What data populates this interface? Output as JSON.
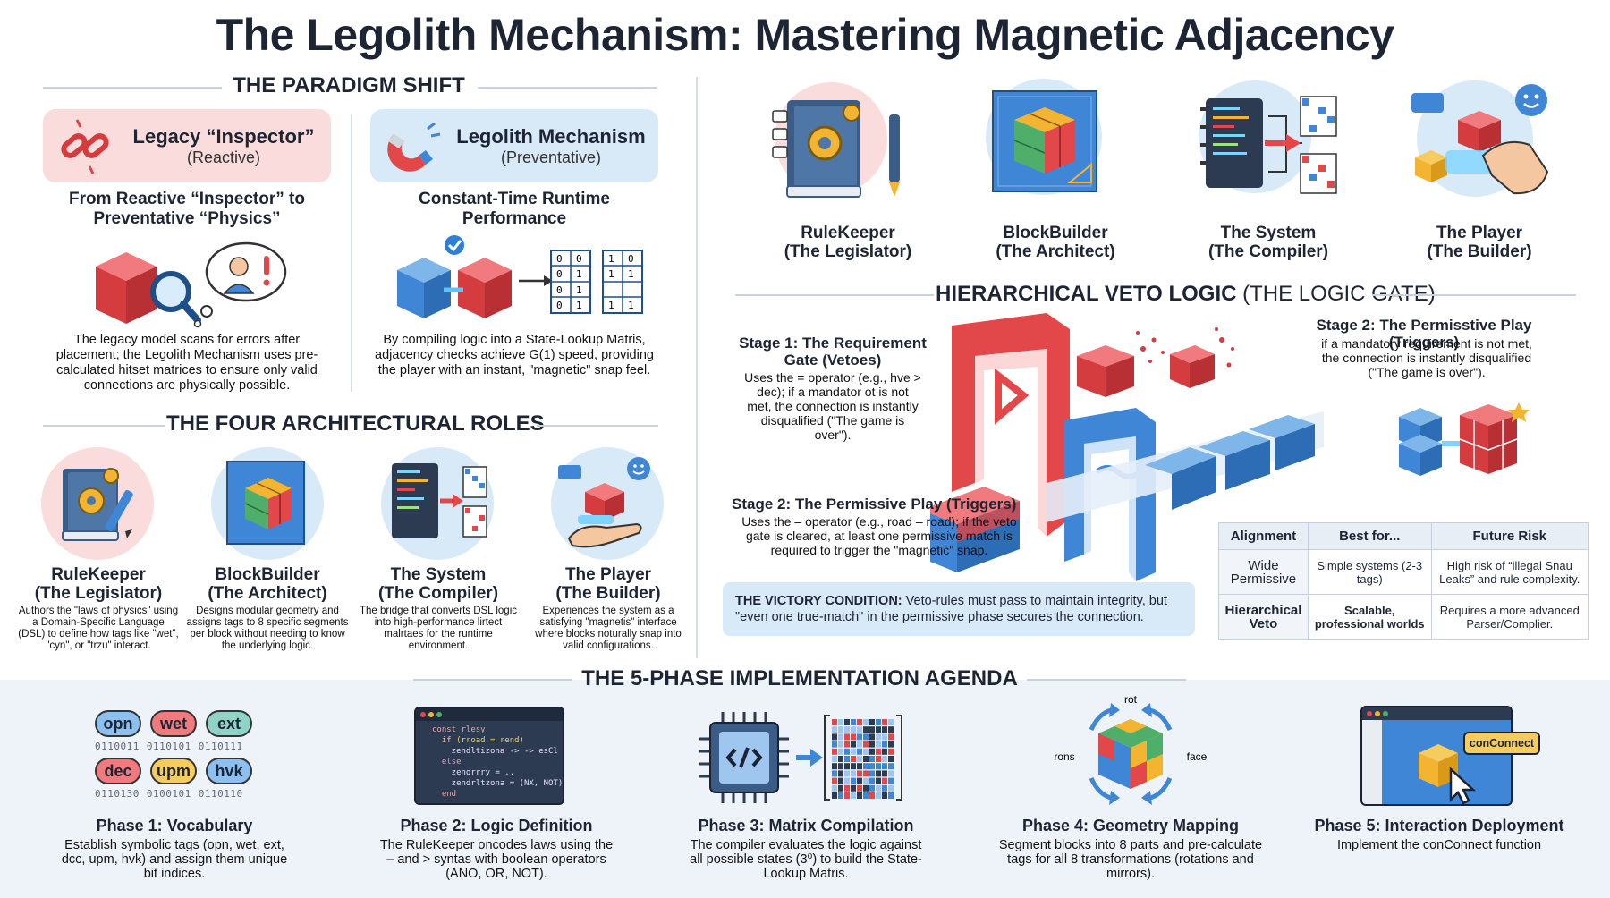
{
  "title": "The Legolith Mechanism: Mastering Magnetic Adjacency",
  "paradigm": {
    "heading": "THE PARADIGM SHIFT",
    "legacy": {
      "title": "Legacy “Inspector”",
      "sub": "(Reactive)",
      "headline": "From Reactive “Inspector” to Preventative “Physics”",
      "body": "The legacy model scans for errors after placement; the Legolith Mechanism uses pre-calculated hitset matrices to ensure only valid connections are physically possible."
    },
    "legolith": {
      "title": "Legolith Mechanism",
      "sub": "(Preventative)",
      "headline": "Constant-Time Runtime Performance",
      "body": "By compiling logic into a State-Lookup Matris, adjacency checks achieve G(1) speed, providing the player with an instant, \"magnetic\" snap feel."
    },
    "matrix_a": [
      "0",
      "0",
      "0",
      "1",
      "0",
      "1",
      "0",
      "1"
    ],
    "matrix_b": [
      "1",
      "0",
      "1",
      "1",
      "",
      "",
      " ",
      "1",
      "1"
    ]
  },
  "roles": {
    "heading": "THE FOUR ARCHITECTURAL ROLES",
    "items": [
      {
        "name": "RuleKeeper",
        "role": "(The Legislator)",
        "desc": "Authors the \"laws of physics\" using a Domain-Specific Language (DSL) to define how tags like \"wet\", \"cyn\", or \"trzu\" interact."
      },
      {
        "name": "BlockBuilder",
        "role": "(The Architect)",
        "desc": "Designs modular geometry and assigns tags to 8 specific segments per block without needing to know the underlying logic."
      },
      {
        "name": "The System",
        "role": "(The Compiler)",
        "desc": "The bridge that converts DSL logic into high-performance lirtect malrtaes for the runtime environment."
      },
      {
        "name": "The Player",
        "role": "(The Builder)",
        "desc": "Experiences the system as a satisfying \"magnetis\" interface where blocks noturally snap into valid configurations."
      }
    ]
  },
  "top_roles": [
    {
      "name": "RuleKeeper",
      "role": "(The Legislator)"
    },
    {
      "name": "BlockBuilder",
      "role": "(The Architect)"
    },
    {
      "name": "The System",
      "role": "(The Compiler)"
    },
    {
      "name": "The Player",
      "role": "(The Builder)"
    }
  ],
  "veto": {
    "heading_bold": "HIERARCHICAL VETO LOGIC",
    "heading_light": " (THE LOGIC GATE)",
    "stage1": {
      "title": "Stage 1: The Requirement Gate (Vetoes)",
      "body": "Uses the = operator (e.g., hve > dec); if a mandator ot is not met, the connection is instantly disqualified (\"The game is over\")."
    },
    "stage2_left": {
      "title": "Stage 2: The Permissive Play (Triggers)",
      "body": "Uses the – operator (e.g., road – road); if the veto gate is cleared, at least one permissive match is required to trigger the \"magnetic\" snap."
    },
    "stage2_right": {
      "title": "Stage 2: The Permisstive Play (Triggers)",
      "body": "if a mandatory requirement is not met, the connection is instantly disqualified (\"The game is over\")."
    },
    "victory_label": "THE VICTORY CONDITION:",
    "victory_body": " Veto-rules must pass to maintain integrity, but \"even one true-match\" in the permissive phase secures the connection."
  },
  "table": {
    "headers": [
      "Alignment",
      "Best for...",
      "Future Risk"
    ],
    "rows": [
      [
        "Wide Permissive",
        "Simple systems (2-3 tags)",
        "High risk of “illegal Snau Leaks” and rule complexity."
      ],
      [
        "Hierarchical Veto",
        "Scalable, professional worlds",
        "Requires a more advanced Parser/Complier."
      ]
    ]
  },
  "agenda": {
    "heading": "THE 5-PHASE IMPLEMENTATION AGENDA",
    "tags": [
      "opn",
      "wet",
      "ext",
      "dec",
      "upm",
      "hvk"
    ],
    "bits": [
      "0110011",
      "0110101",
      "0110111",
      "0110130",
      "0100101",
      "0110110"
    ],
    "code": [
      "const rlesy",
      "  if (rroad = rend)",
      "    zendltizona -> -> esCl",
      "  else",
      "    zenorrry = ..",
      "    zendrltzona = (NX, NOT)",
      "  end"
    ],
    "geo_labels": [
      "rot",
      "rons",
      "face"
    ],
    "connect_label": "conConnect",
    "phases": [
      {
        "title": "Phase 1: Vocabulary",
        "body": "Establish symbolic tags (opn, wet, ext, dcc, upm, hvk) and assign them unique bit indices."
      },
      {
        "title": "Phase 2: Logic Definition",
        "body": "The RuleKeeper oncodes laws using the – and > syntas with boolean operators (ANO, OR, NOT)."
      },
      {
        "title": "Phase 3: Matrix Compilation",
        "body": "The compiler evaluates the logic against all possible states (3⁰) to build the State-Lookup Matris."
      },
      {
        "title": "Phase 4: Geometry Mapping",
        "body": "Segment blocks into 8 parts and pre-calculate tags for all 8 transformations (rotations and mirrors)."
      },
      {
        "title": "Phase 5: Interaction Deployment",
        "body": "Implement the conConnect function"
      }
    ]
  },
  "colors": {
    "red": "#e2474a",
    "blue": "#3f86d6",
    "yellow": "#f3b531",
    "pink_bg": "#fbdcdc",
    "blue_bg": "#d8e9f8",
    "band": "#eef3f9"
  }
}
